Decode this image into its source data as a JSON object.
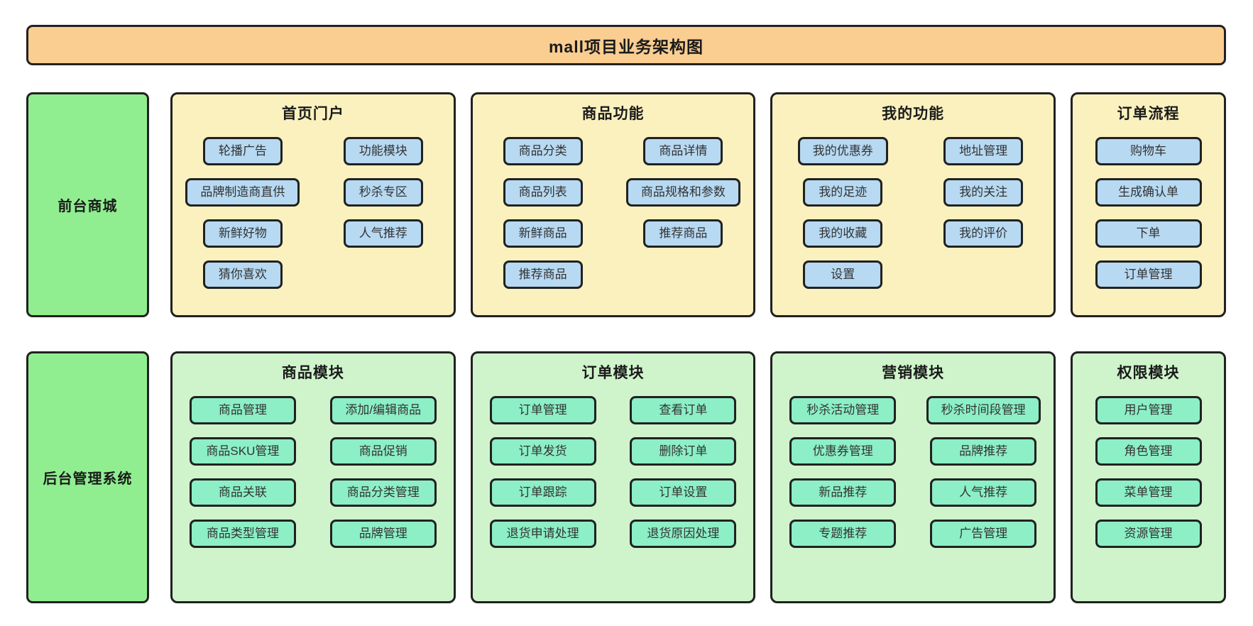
{
  "title": "mall项目业务架构图",
  "rows": [
    {
      "sidebar": "前台商城",
      "panels": [
        {
          "title": "首页门户",
          "items": [
            "轮播广告",
            "功能模块",
            "品牌制造商直供",
            "秒杀专区",
            "新鲜好物",
            "人气推荐",
            "猜你喜欢"
          ]
        },
        {
          "title": "商品功能",
          "items": [
            "商品分类",
            "商品详情",
            "商品列表",
            "商品规格和参数",
            "新鲜商品",
            "推荐商品",
            "推荐商品"
          ]
        },
        {
          "title": "我的功能",
          "items": [
            "我的优惠券",
            "地址管理",
            "我的足迹",
            "我的关注",
            "我的收藏",
            "我的评价",
            "设置"
          ]
        },
        {
          "title": "订单流程",
          "items": [
            "购物车",
            "生成确认单",
            "下单",
            "订单管理"
          ]
        }
      ]
    },
    {
      "sidebar": "后台管理系统",
      "panels": [
        {
          "title": "商品模块",
          "items": [
            "商品管理",
            "添加/编辑商品",
            "商品SKU管理",
            "商品促销",
            "商品关联",
            "商品分类管理",
            "商品类型管理",
            "品牌管理"
          ]
        },
        {
          "title": "订单模块",
          "items": [
            "订单管理",
            "查看订单",
            "订单发货",
            "删除订单",
            "订单跟踪",
            "订单设置",
            "退货申请处理",
            "退货原因处理"
          ]
        },
        {
          "title": "营销模块",
          "items": [
            "秒杀活动管理",
            "秒杀时间段管理",
            "优惠券管理",
            "品牌推荐",
            "新品推荐",
            "人气推荐",
            "专题推荐",
            "广告管理"
          ]
        },
        {
          "title": "权限模块",
          "items": [
            "用户管理",
            "角色管理",
            "菜单管理",
            "资源管理"
          ]
        }
      ]
    }
  ],
  "colors": {
    "title_bar_bg": "#FACD91",
    "sidebar_bg": "#90EE90",
    "frontend_panel_bg": "#FAF1BE",
    "frontend_button_bg": "#B7D9F2",
    "backend_panel_bg": "#CFF4CB",
    "backend_button_bg": "#8CEFC6",
    "border": "#212121",
    "page_bg": "#FFFFFF"
  }
}
